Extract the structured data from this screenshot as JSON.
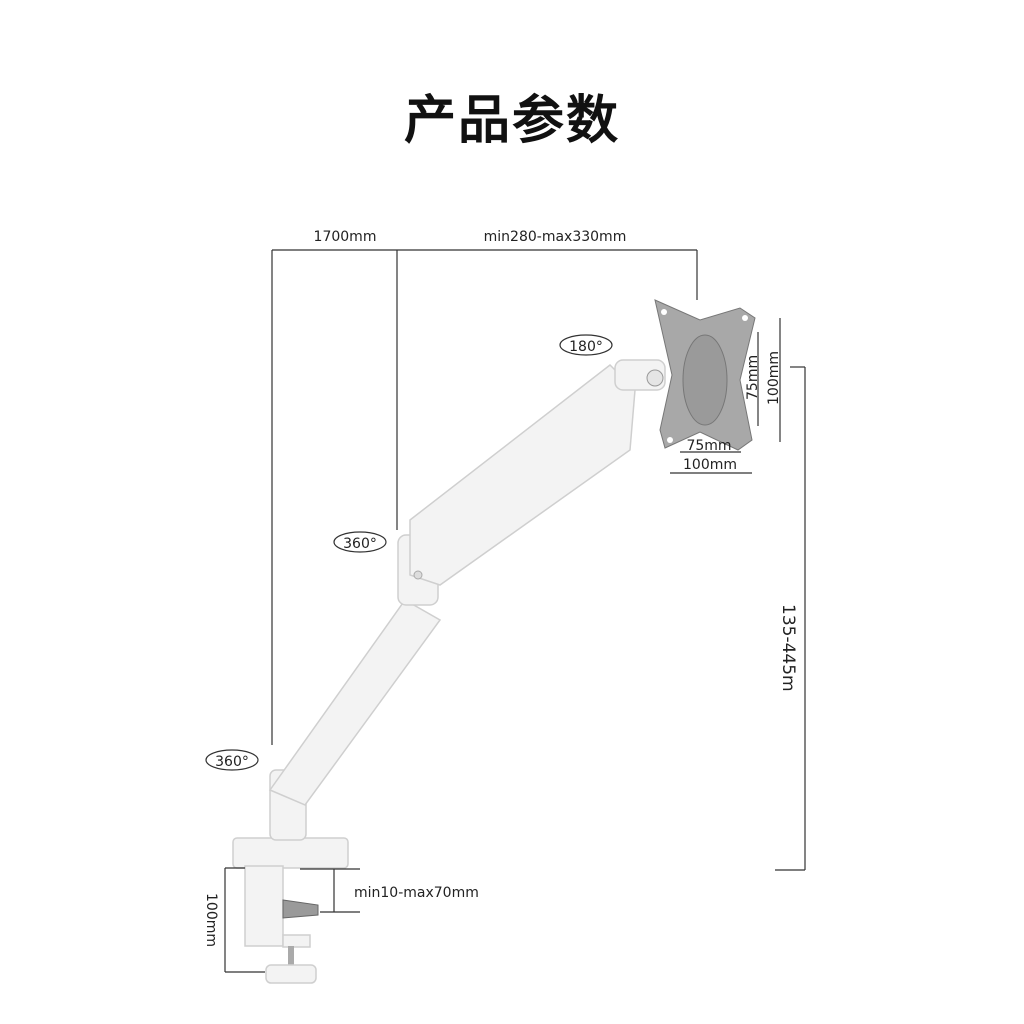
{
  "title": "产品参数",
  "dimensions": {
    "reach_total": "1700mm",
    "upper_arm": "min280-max330mm",
    "height_range": "135-445m",
    "vesa_h_small": "75mm",
    "vesa_h_large": "100mm",
    "vesa_v_small": "75mm",
    "vesa_v_large": "100mm",
    "clamp_height": "100mm",
    "desk_thickness": "min10-max70mm"
  },
  "rotations": {
    "head": "180°",
    "elbow": "360°",
    "base": "360°"
  }
}
